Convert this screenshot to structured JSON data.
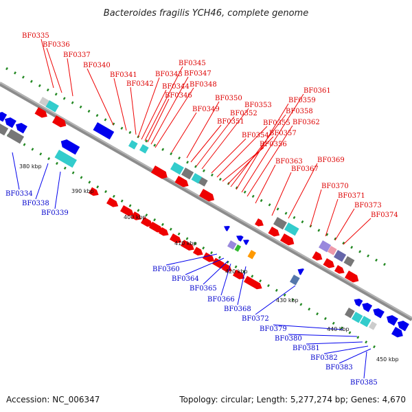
{
  "title": "Bacteroides fragilis YCH46, complete genome",
  "footer": {
    "accession": "Accession: NC_006347",
    "topology": "Topology: circular; Length: 5,277,274 bp; Genes: 4,670"
  },
  "colors": {
    "backbone": "#8c8c8c",
    "forward": "#ee0000",
    "reverse": "#0000ee",
    "teal": "#33cccc",
    "gray": "#777777",
    "tick": "#228822",
    "orange": "#ff9900",
    "green": "#33bb33",
    "lavender": "#9988dd",
    "pink": "#ee99aa"
  },
  "ticks": [
    "380 kbp",
    "390 kbp",
    "400 kbp",
    "410 kbp",
    "420 kbp",
    "430 kbp",
    "440 kbp",
    "450 kbp"
  ],
  "forward_genes": [
    "BF0335",
    "BF0336",
    "BF0337",
    "BF0340",
    "BF0341",
    "BF0342",
    "BF0343",
    "BF0344",
    "BF0345",
    "BF0346",
    "BF0347",
    "BF0348",
    "BF0349",
    "BF0350",
    "BF0351",
    "BF0352",
    "BF0353",
    "BF0354",
    "BF0355",
    "BF0356",
    "BF0357",
    "BF0358",
    "BF0359",
    "BF0361",
    "BF0362",
    "BF0363",
    "BF0367",
    "BF0369",
    "BF0370",
    "BF0371",
    "BF0373",
    "BF0374"
  ],
  "reverse_genes": [
    "BF0334",
    "BF0338",
    "BF0339",
    "BF0360",
    "BF0364",
    "BF0365",
    "BF0366",
    "BF0368",
    "BF0372",
    "BF0379",
    "BF0380",
    "BF0381",
    "BF0382",
    "BF0383",
    "BF0385"
  ]
}
